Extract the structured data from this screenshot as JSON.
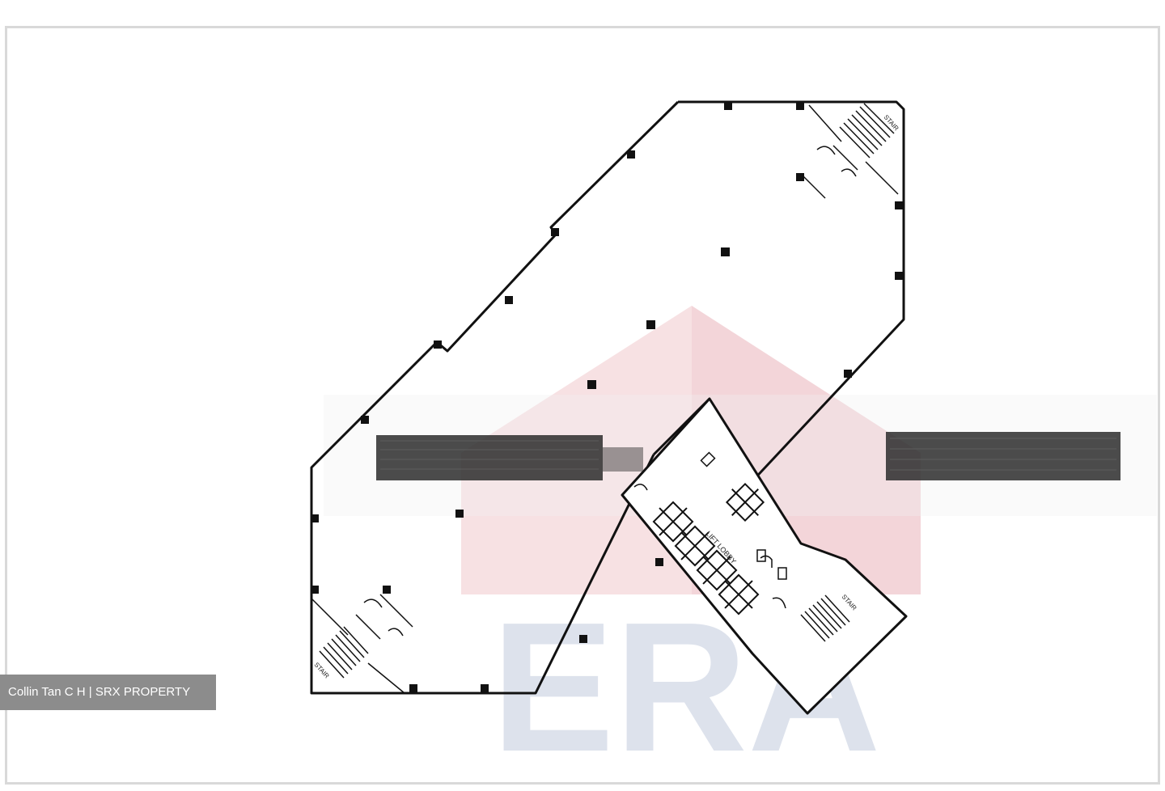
{
  "caption": "Collin Tan C H | SRX PROPERTY",
  "watermark": {
    "text": "ERA",
    "roof_color": "#f3d3d6",
    "letter_color": "#dde2ec"
  },
  "labels": {
    "stair_top": "STAIR",
    "stair_bottom_left": "STAIR",
    "stair_core": "STAIR",
    "lift_lobby": "LIFT LOBBY"
  },
  "colors": {
    "wall": "#111111",
    "frame": "#d9d9d9",
    "caption_bg": "#8c8c8c"
  }
}
